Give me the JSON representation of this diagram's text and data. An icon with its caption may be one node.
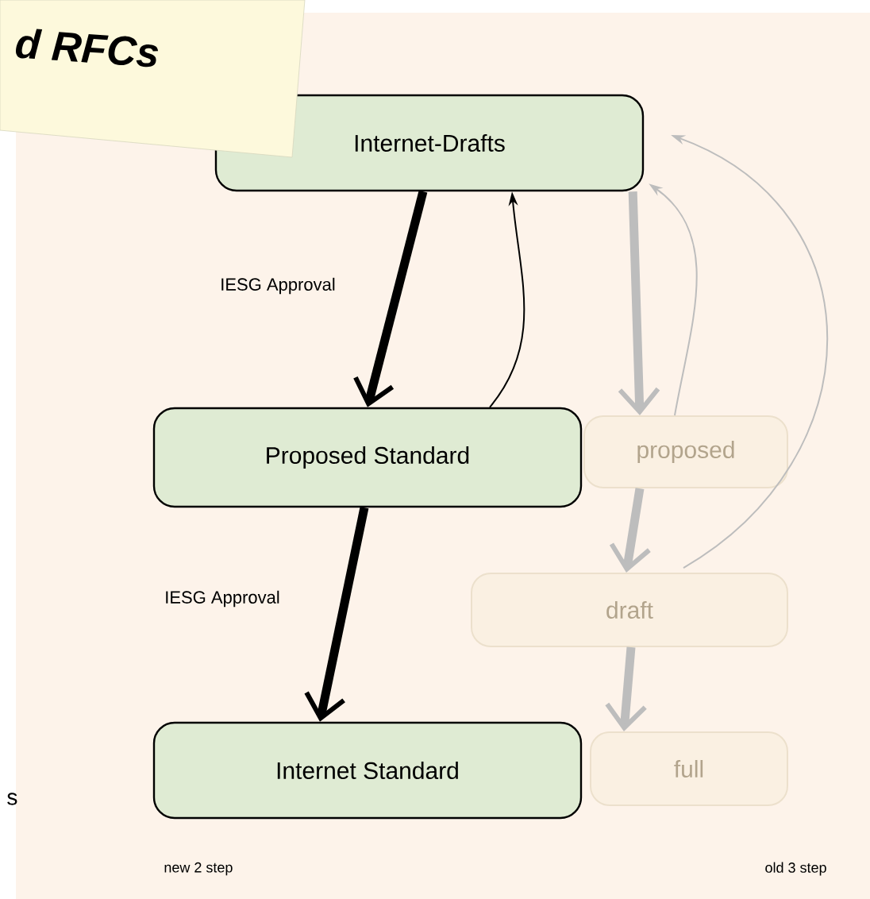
{
  "diagram": {
    "nodes": [
      {
        "text": [
          "d RFCs"
        ]
      },
      {
        "text": [
          "Internet-Drafts"
        ]
      },
      {
        "text": [
          "Proposed Standard"
        ]
      },
      {
        "text": [
          "Internet Standard"
        ]
      },
      {
        "text": [
          "proposed"
        ]
      },
      {
        "text": [
          "draft"
        ]
      },
      {
        "text": [
          "full"
        ]
      }
    ],
    "edges": [
      {
        "from": 1,
        "to": 2,
        "arrow": "to",
        "label": "IESG Approval",
        "color": "#000000"
      },
      {
        "from": 2,
        "to": 1,
        "arrow": "to",
        "color": "#000000"
      },
      {
        "from": 2,
        "to": 3,
        "arrow": "to",
        "label": "IESG Approval",
        "color": "#000000"
      },
      {
        "from": 1,
        "to": 4,
        "arrow": "to",
        "color": "#bdbdbd"
      },
      {
        "from": 4,
        "to": 5,
        "arrow": "to",
        "color": "#bdbdbd"
      },
      {
        "from": 5,
        "to": 6,
        "arrow": "to",
        "color": "#bdbdbd"
      },
      {
        "from": 4,
        "to": 1,
        "arrow": "to",
        "color": "#bdbdbd"
      },
      {
        "from": 5,
        "to": 1,
        "arrow": "to",
        "color": "#bdbdbd"
      }
    ],
    "labels": [
      "s",
      "new 2 step",
      "old 3 step"
    ]
  }
}
